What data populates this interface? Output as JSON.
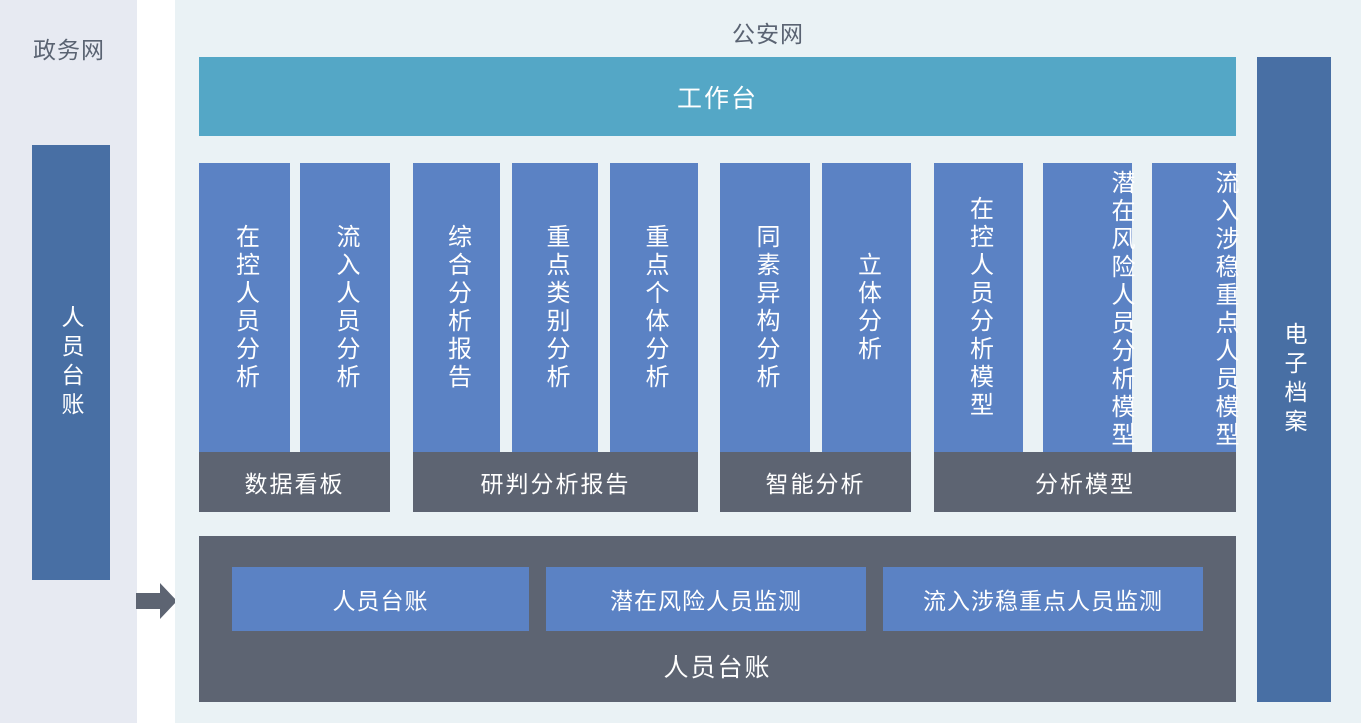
{
  "zones": {
    "gov": {
      "title": "政务网"
    },
    "police": {
      "title": "公安网"
    }
  },
  "colors": {
    "gov_panel": "#e7eaf2",
    "police_panel": "#eaf2f5",
    "dark_blue_bar": "#486fa4",
    "module_blue": "#5b82c4",
    "teal_bar": "#54a7c6",
    "gray_bar": "#5d6472",
    "arrow": "#5d6472",
    "title_text": "#5a6372"
  },
  "gov_side": {
    "ledger_bar_label": "人员台账",
    "arrow_icon": "right-arrow-icon"
  },
  "archive_side": {
    "archive_bar_label": "电子档案"
  },
  "workbench": {
    "label": "工作台"
  },
  "groups": [
    {
      "footer": "数据看板",
      "columns": [
        {
          "label": "在控人员分析",
          "align": "center"
        },
        {
          "label": "流入人员分析",
          "align": "center"
        }
      ]
    },
    {
      "footer": "研判分析报告",
      "columns": [
        {
          "label": "综合分析报告",
          "align": "center"
        },
        {
          "label": "重点类别分析",
          "align": "center"
        },
        {
          "label": "重点个体分析",
          "align": "center"
        }
      ]
    },
    {
      "footer": "智能分析",
      "columns": [
        {
          "label": "同素异构分析",
          "align": "center"
        },
        {
          "label": "立体分析",
          "align": "center"
        }
      ]
    },
    {
      "footer": "分析模型",
      "columns": [
        {
          "label": "在控人员分析模型",
          "align": "center"
        },
        {
          "label": "潜在风险人员分析模型",
          "align": "top"
        },
        {
          "label": "流入涉稳重点人员模型",
          "align": "top"
        }
      ]
    }
  ],
  "bottom_section": {
    "caption": "人员台账",
    "boxes": [
      {
        "label": "人员台账"
      },
      {
        "label": "潜在风险人员监测"
      },
      {
        "label": "流入涉稳重点人员监测"
      }
    ]
  }
}
